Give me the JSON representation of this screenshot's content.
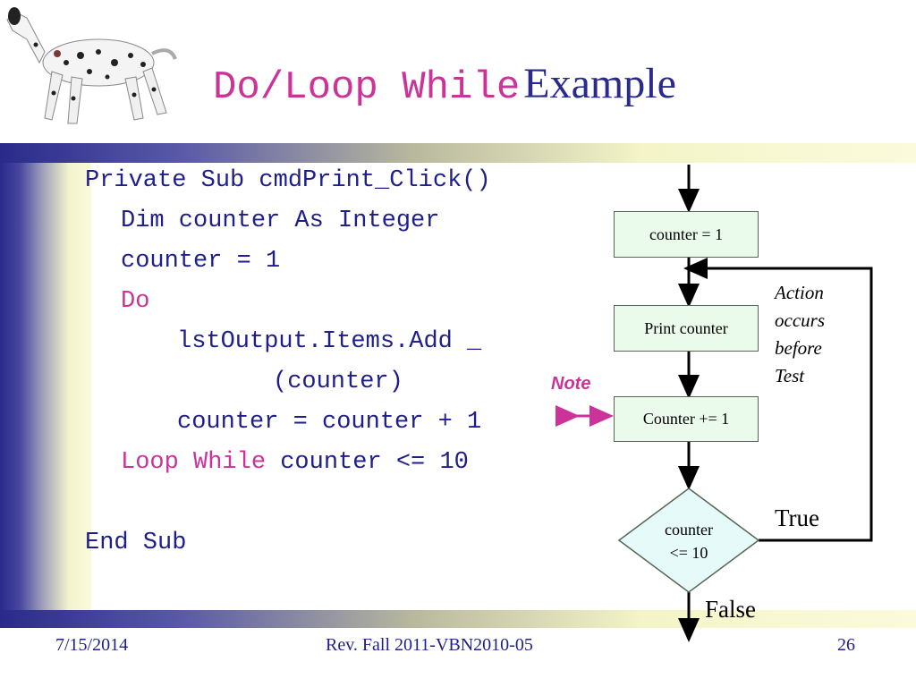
{
  "title": {
    "code_part": "Do/Loop While",
    "word_part": "Example"
  },
  "code": {
    "line1": "Private Sub cmdPrint_Click()",
    "line2": "Dim counter As Integer",
    "line3": "counter = 1",
    "line4": "Do",
    "line5": "lstOutput.Items.Add _",
    "line6": "(counter)",
    "line7": "counter = counter + 1",
    "line8_kw": "Loop While",
    "line8_rest": " counter <= 10",
    "line9": "End Sub"
  },
  "note": "Note",
  "flowchart": {
    "box1": "counter = 1",
    "box2": "Print counter",
    "box3": "Counter += 1",
    "decision_line1": "counter",
    "decision_line2": "<= 10",
    "side_note_lines": [
      "Action",
      "occurs",
      "before",
      "Test"
    ],
    "true_label": "True",
    "false_label": "False"
  },
  "footer": {
    "date": "7/15/2014",
    "center": "Rev. Fall 2011-VBN2010-05",
    "page": "26"
  },
  "colors": {
    "accent_magenta": "#cc3399",
    "navy": "#1e1e8c",
    "box_fill": "#ebfbeb",
    "diamond_fill": "#e6fafa"
  }
}
